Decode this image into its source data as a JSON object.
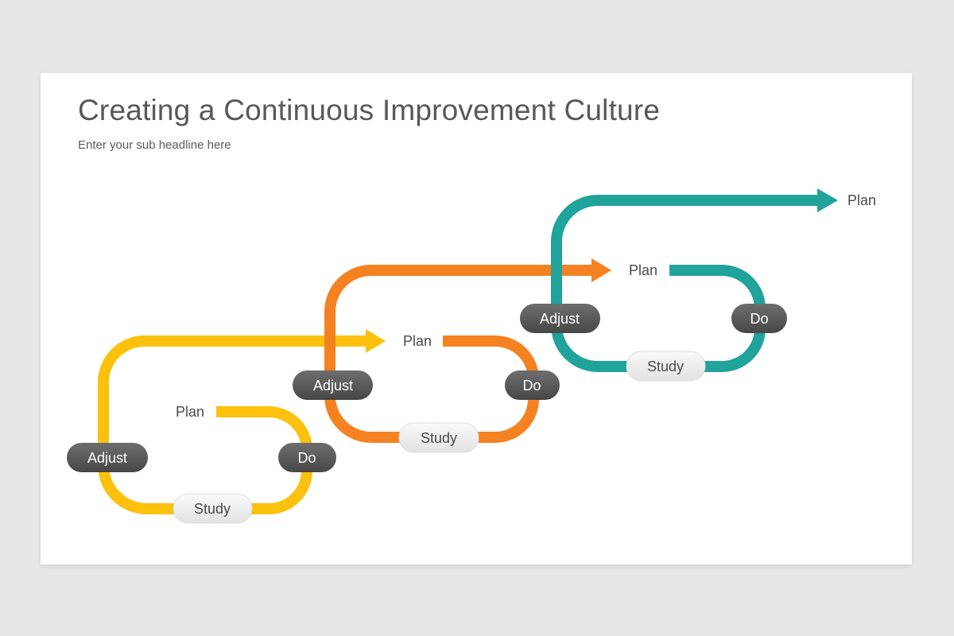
{
  "header": {
    "title": "Creating a Continuous Improvement Culture",
    "subtitle": "Enter your sub headline here"
  },
  "colors": {
    "cycle_1": "#fcc10d",
    "cycle_2": "#f58220",
    "cycle_3": "#1fa39a",
    "dark_pill": "#5a5a5a",
    "light_pill": "#eeeeee"
  },
  "cycles": [
    {
      "plan_label": "Plan",
      "do_label": "Do",
      "study_label": "Study",
      "adjust_label": "Adjust"
    },
    {
      "plan_label": "Plan",
      "do_label": "Do",
      "study_label": "Study",
      "adjust_label": "Adjust"
    },
    {
      "plan_label": "Plan",
      "do_label": "Do",
      "study_label": "Study",
      "adjust_label": "Adjust"
    }
  ],
  "final_label": "Plan"
}
